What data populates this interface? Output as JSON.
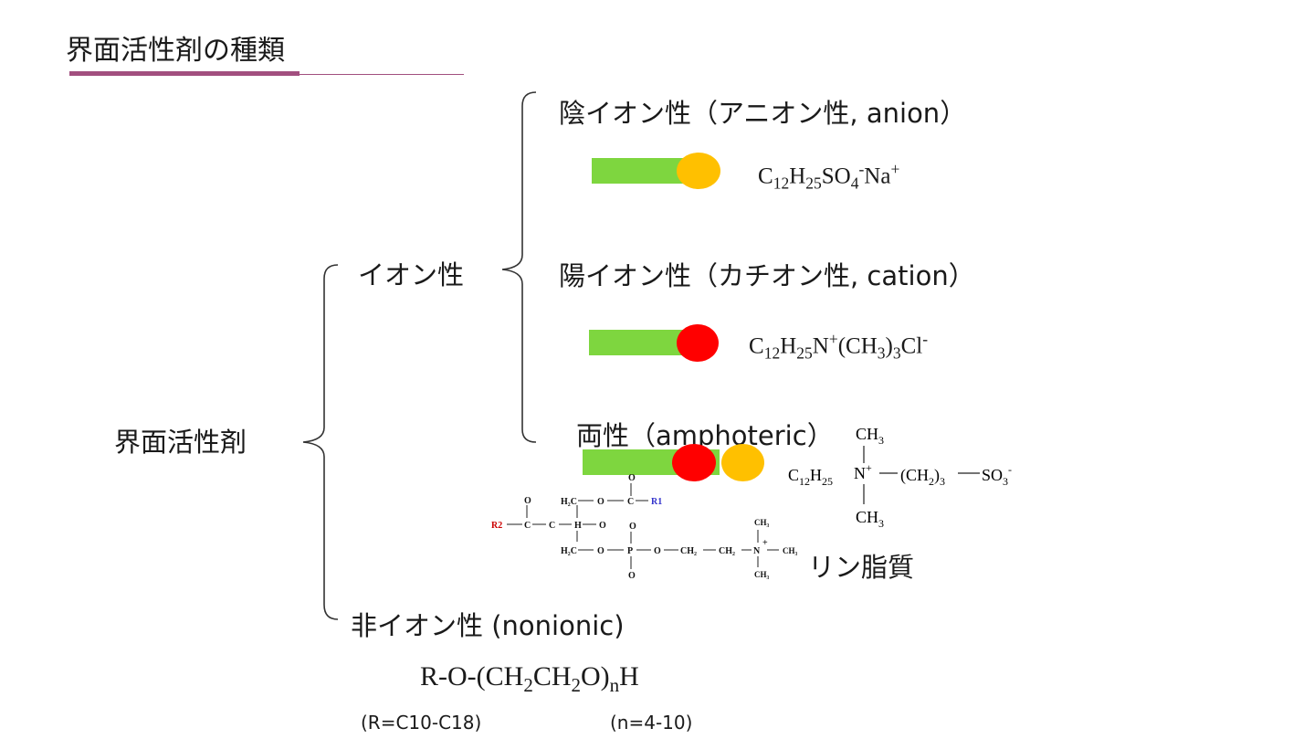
{
  "title": "界面活性剤の種類",
  "accent_color": "#a24f7f",
  "root_label": "界面活性剤",
  "ionic_label": "イオン性",
  "anionic": {
    "label": "陰イオン性（アニオン性, anion）",
    "formula": {
      "c": "C",
      "c_sub": "12",
      "h": "H",
      "h_sub": "25",
      "so": "SO",
      "so_sub": "4",
      "so_sup": "-",
      "na": "Na",
      "na_sup": "+"
    },
    "head_color": "#ffc000"
  },
  "cationic": {
    "label": "陽イオン性（カチオン性, cation）",
    "formula": {
      "c": "C",
      "c_sub": "12",
      "h": "H",
      "h_sub": "25",
      "n": "N",
      "n_sup": "+",
      "ch": "(CH",
      "ch_sub": "3",
      "close": ")",
      "close_sub": "3",
      "cl": "Cl",
      "cl_sup": "-"
    },
    "head_color": "#ff0000"
  },
  "amphoteric": {
    "label": "両性（amphoteric）",
    "formula": {
      "top_ch3": "CH",
      "top_ch3_sub": "3",
      "left": "C",
      "left_sub1": "12",
      "left_h": "H",
      "left_sub2": "25",
      "n": "N",
      "n_sup": "+",
      "chain": "(CH",
      "chain_sub": "2",
      "chain_close": ")",
      "chain_close_sub": "3",
      "so": "SO",
      "so_sub": "3",
      "so_sup": "-",
      "bottom_ch3": "CH",
      "bottom_ch3_sub": "3"
    },
    "phospholipid_label": "リン脂質",
    "phospholipid_atoms": [
      "O",
      "H₂C",
      "O",
      "C",
      "R1",
      "R2",
      "C",
      "O",
      "C",
      "H",
      "O",
      "O",
      "H₂C",
      "O",
      "P",
      "O",
      "CH₂",
      "CH₂",
      "N",
      "+",
      "CH₃",
      "CH₃",
      "CH₃",
      "O"
    ]
  },
  "nonionic": {
    "label": "非イオン性 (nonionic)",
    "formula": {
      "r": "R-O-(CH",
      "s1": "2",
      "ch": "CH",
      "s2": "2",
      "o": "O)",
      "n": "n",
      "h": "H"
    },
    "r_range": "(R=C10-C18)",
    "n_range": "(n=4-10)"
  },
  "colors": {
    "tail": "#7ed63f",
    "anion_head": "#ffc000",
    "cation_head": "#ff0000",
    "bracket": "#333333",
    "r2": "#cc0000",
    "r1": "#3333cc"
  }
}
